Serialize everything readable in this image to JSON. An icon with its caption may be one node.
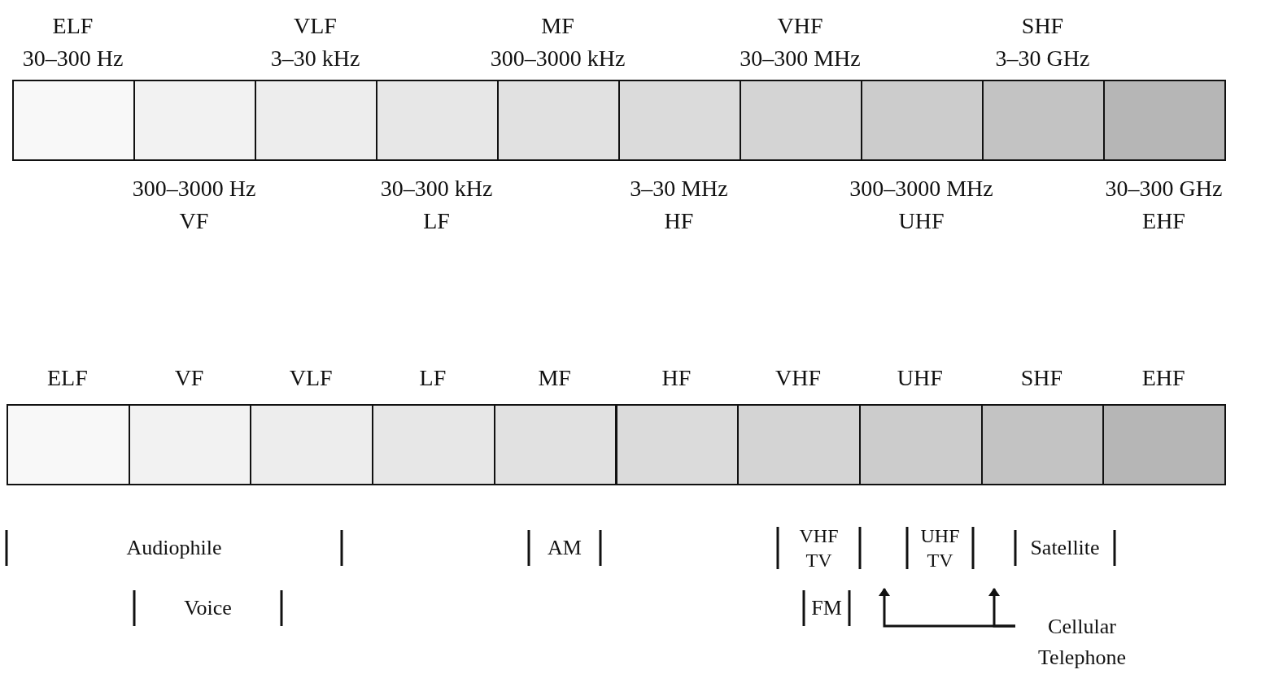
{
  "diagram": {
    "nodes": [
      {
        "text": [
          "ELF",
          "30–300 Hz"
        ]
      },
      {
        "text": [
          "300–3000 Hz",
          "VF"
        ]
      },
      {
        "text": [
          "VLF",
          "3–30 kHz"
        ]
      },
      {
        "text": [
          "30–300 kHz",
          "LF"
        ]
      },
      {
        "text": [
          "MF",
          "300–3000 kHz"
        ]
      },
      {
        "text": [
          "3–30 MHz",
          "HF"
        ]
      },
      {
        "text": [
          "VHF",
          "30–300 MHz"
        ]
      },
      {
        "text": [
          "300–3000 MHz",
          "UHF"
        ]
      },
      {
        "text": [
          "SHF",
          "3–30 GHz"
        ]
      },
      {
        "text": [
          "30–300 GHz",
          "EHF"
        ]
      },
      {
        "text": [
          "ELF"
        ]
      },
      {
        "text": [
          "VF"
        ]
      },
      {
        "text": [
          "VLF"
        ]
      },
      {
        "text": [
          "LF"
        ]
      },
      {
        "text": [
          "MF"
        ]
      },
      {
        "text": [
          "HF"
        ]
      },
      {
        "text": [
          "VHF"
        ]
      },
      {
        "text": [
          "UHF"
        ]
      },
      {
        "text": [
          "SHF"
        ]
      },
      {
        "text": [
          "EHF"
        ]
      },
      {
        "text": [
          "Cellular Telephone"
        ]
      }
    ],
    "edges": [
      {
        "from": 20,
        "to": null,
        "arrow": "to"
      },
      {
        "from": 20,
        "to": null,
        "arrow": "to"
      }
    ],
    "labels": [
      "Audiophile",
      "AM",
      "VHF TV",
      "UHF TV",
      "Satellite",
      "Voice",
      "FM"
    ]
  }
}
